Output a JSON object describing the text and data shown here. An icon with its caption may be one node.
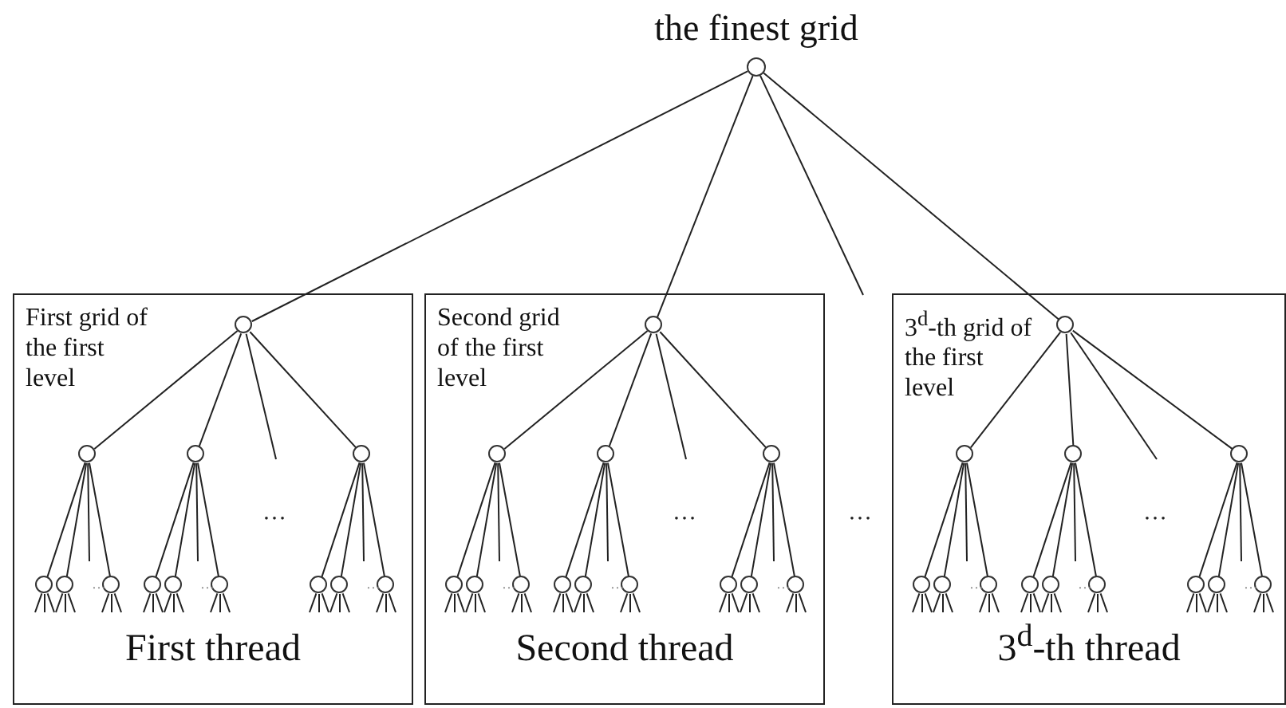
{
  "diagram": {
    "nodes": [
      {
        "text": [
          "the finest grid"
        ]
      },
      {
        "text": [
          "First thread"
        ]
      },
      {
        "text": [],
        "shape": "circle",
        "in": 1,
        "beside": [
          "First grid of the first level"
        ]
      },
      {
        "text": [],
        "shape": "circle",
        "in": 1
      },
      {
        "text": [],
        "shape": "circle",
        "in": 1
      },
      {
        "text": [],
        "shape": "circle",
        "in": 1
      },
      {
        "text": [],
        "shape": "circle",
        "in": 1
      },
      {
        "text": [],
        "shape": "circle",
        "in": 1
      },
      {
        "text": [],
        "shape": "circle",
        "in": 1
      },
      {
        "text": [],
        "shape": "circle",
        "in": 1
      },
      {
        "text": [],
        "shape": "circle",
        "in": 1
      },
      {
        "text": [],
        "shape": "circle",
        "in": 1
      },
      {
        "text": [],
        "shape": "circle",
        "in": 1
      },
      {
        "text": [],
        "shape": "circle",
        "in": 1
      },
      {
        "text": [],
        "shape": "circle",
        "in": 1
      },
      {
        "text": [
          "Second thread"
        ]
      },
      {
        "text": [],
        "shape": "circle",
        "in": 15,
        "beside": [
          "Second grid of the first level"
        ]
      },
      {
        "text": [],
        "shape": "circle",
        "in": 15
      },
      {
        "text": [],
        "shape": "circle",
        "in": 15
      },
      {
        "text": [],
        "shape": "circle",
        "in": 15
      },
      {
        "text": [],
        "shape": "circle",
        "in": 15
      },
      {
        "text": [],
        "shape": "circle",
        "in": 15
      },
      {
        "text": [],
        "shape": "circle",
        "in": 15
      },
      {
        "text": [],
        "shape": "circle",
        "in": 15
      },
      {
        "text": [],
        "shape": "circle",
        "in": 15
      },
      {
        "text": [],
        "shape": "circle",
        "in": 15
      },
      {
        "text": [],
        "shape": "circle",
        "in": 15
      },
      {
        "text": [],
        "shape": "circle",
        "in": 15
      },
      {
        "text": [],
        "shape": "circle",
        "in": 15
      },
      {
        "text": [
          "3$^{d}$-th thread"
        ]
      },
      {
        "text": [],
        "shape": "circle",
        "in": 29,
        "beside": [
          "3$^{d}$-th grid of the first level"
        ]
      },
      {
        "text": [],
        "shape": "circle",
        "in": 29
      },
      {
        "text": [],
        "shape": "circle",
        "in": 29
      },
      {
        "text": [],
        "shape": "circle",
        "in": 29
      },
      {
        "text": [],
        "shape": "circle",
        "in": 29
      },
      {
        "text": [],
        "shape": "circle",
        "in": 29
      },
      {
        "text": [],
        "shape": "circle",
        "in": 29
      },
      {
        "text": [],
        "shape": "circle",
        "in": 29
      },
      {
        "text": [],
        "shape": "circle",
        "in": 29
      },
      {
        "text": [],
        "shape": "circle",
        "in": 29
      },
      {
        "text": [],
        "shape": "circle",
        "in": 29
      },
      {
        "text": [],
        "shape": "circle",
        "in": 29
      },
      {
        "text": [],
        "shape": "circle",
        "in": 29
      }
    ],
    "edges": [
      {
        "from": 0,
        "to": 2,
        "arrow": "none"
      },
      {
        "from": 0,
        "to": 16,
        "arrow": "none"
      },
      {
        "from": 0,
        "to": null,
        "arrow": "none"
      },
      {
        "from": 0,
        "to": 30,
        "arrow": "none"
      },
      {
        "from": 2,
        "to": 3,
        "arrow": "none"
      },
      {
        "from": 2,
        "to": 4,
        "arrow": "none"
      },
      {
        "from": 2,
        "to": null,
        "arrow": "none"
      },
      {
        "from": 2,
        "to": 5,
        "arrow": "none"
      },
      {
        "from": 3,
        "to": 6,
        "arrow": "none"
      },
      {
        "from": 3,
        "to": 7,
        "arrow": "none"
      },
      {
        "from": 3,
        "to": null,
        "arrow": "none"
      },
      {
        "from": 3,
        "to": 8,
        "arrow": "none"
      },
      {
        "from": 4,
        "to": 9,
        "arrow": "none"
      },
      {
        "from": 4,
        "to": 10,
        "arrow": "none"
      },
      {
        "from": 4,
        "to": null,
        "arrow": "none"
      },
      {
        "from": 4,
        "to": 11,
        "arrow": "none"
      },
      {
        "from": 5,
        "to": 12,
        "arrow": "none"
      },
      {
        "from": 5,
        "to": 13,
        "arrow": "none"
      },
      {
        "from": 5,
        "to": null,
        "arrow": "none"
      },
      {
        "from": 5,
        "to": 14,
        "arrow": "none"
      },
      {
        "from": 6,
        "to": null,
        "arrow": "none"
      },
      {
        "from": 6,
        "to": null,
        "arrow": "none"
      },
      {
        "from": 6,
        "to": null,
        "arrow": "none"
      },
      {
        "from": 7,
        "to": null,
        "arrow": "none"
      },
      {
        "from": 7,
        "to": null,
        "arrow": "none"
      },
      {
        "from": 7,
        "to": null,
        "arrow": "none"
      },
      {
        "from": 8,
        "to": null,
        "arrow": "none"
      },
      {
        "from": 8,
        "to": null,
        "arrow": "none"
      },
      {
        "from": 8,
        "to": null,
        "arrow": "none"
      },
      {
        "from": 9,
        "to": null,
        "arrow": "none"
      },
      {
        "from": 9,
        "to": null,
        "arrow": "none"
      },
      {
        "from": 9,
        "to": null,
        "arrow": "none"
      },
      {
        "from": 10,
        "to": null,
        "arrow": "none"
      },
      {
        "from": 10,
        "to": null,
        "arrow": "none"
      },
      {
        "from": 10,
        "to": null,
        "arrow": "none"
      },
      {
        "from": 11,
        "to": null,
        "arrow": "none"
      },
      {
        "from": 11,
        "to": null,
        "arrow": "none"
      },
      {
        "from": 11,
        "to": null,
        "arrow": "none"
      },
      {
        "from": 12,
        "to": null,
        "arrow": "none"
      },
      {
        "from": 12,
        "to": null,
        "arrow": "none"
      },
      {
        "from": 12,
        "to": null,
        "arrow": "none"
      },
      {
        "from": 13,
        "to": null,
        "arrow": "none"
      },
      {
        "from": 13,
        "to": null,
        "arrow": "none"
      },
      {
        "from": 13,
        "to": null,
        "arrow": "none"
      },
      {
        "from": 14,
        "to": null,
        "arrow": "none"
      },
      {
        "from": 14,
        "to": null,
        "arrow": "none"
      },
      {
        "from": 14,
        "to": null,
        "arrow": "none"
      },
      {
        "from": 16,
        "to": 17,
        "arrow": "none"
      },
      {
        "from": 16,
        "to": 18,
        "arrow": "none"
      },
      {
        "from": 16,
        "to": null,
        "arrow": "none"
      },
      {
        "from": 16,
        "to": 19,
        "arrow": "none"
      },
      {
        "from": 17,
        "to": 20,
        "arrow": "none"
      },
      {
        "from": 17,
        "to": 21,
        "arrow": "none"
      },
      {
        "from": 17,
        "to": null,
        "arrow": "none"
      },
      {
        "from": 17,
        "to": 22,
        "arrow": "none"
      },
      {
        "from": 18,
        "to": 23,
        "arrow": "none"
      },
      {
        "from": 18,
        "to": 24,
        "arrow": "none"
      },
      {
        "from": 18,
        "to": null,
        "arrow": "none"
      },
      {
        "from": 18,
        "to": 25,
        "arrow": "none"
      },
      {
        "from": 19,
        "to": 26,
        "arrow": "none"
      },
      {
        "from": 19,
        "to": 27,
        "arrow": "none"
      },
      {
        "from": 19,
        "to": null,
        "arrow": "none"
      },
      {
        "from": 19,
        "to": 28,
        "arrow": "none"
      },
      {
        "from": 20,
        "to": null,
        "arrow": "none"
      },
      {
        "from": 20,
        "to": null,
        "arrow": "none"
      },
      {
        "from": 20,
        "to": null,
        "arrow": "none"
      },
      {
        "from": 21,
        "to": null,
        "arrow": "none"
      },
      {
        "from": 21,
        "to": null,
        "arrow": "none"
      },
      {
        "from": 21,
        "to": null,
        "arrow": "none"
      },
      {
        "from": 22,
        "to": null,
        "arrow": "none"
      },
      {
        "from": 22,
        "to": null,
        "arrow": "none"
      },
      {
        "from": 22,
        "to": null,
        "arrow": "none"
      },
      {
        "from": 23,
        "to": null,
        "arrow": "none"
      },
      {
        "from": 23,
        "to": null,
        "arrow": "none"
      },
      {
        "from": 23,
        "to": null,
        "arrow": "none"
      },
      {
        "from": 24,
        "to": null,
        "arrow": "none"
      },
      {
        "from": 24,
        "to": null,
        "arrow": "none"
      },
      {
        "from": 24,
        "to": null,
        "arrow": "none"
      },
      {
        "from": 25,
        "to": null,
        "arrow": "none"
      },
      {
        "from": 25,
        "to": null,
        "arrow": "none"
      },
      {
        "from": 25,
        "to": null,
        "arrow": "none"
      },
      {
        "from": 26,
        "to": null,
        "arrow": "none"
      },
      {
        "from": 26,
        "to": null,
        "arrow": "none"
      },
      {
        "from": 26,
        "to": null,
        "arrow": "none"
      },
      {
        "from": 27,
        "to": null,
        "arrow": "none"
      },
      {
        "from": 27,
        "to": null,
        "arrow": "none"
      },
      {
        "from": 27,
        "to": null,
        "arrow": "none"
      },
      {
        "from": 28,
        "to": null,
        "arrow": "none"
      },
      {
        "from": 28,
        "to": null,
        "arrow": "none"
      },
      {
        "from": 28,
        "to": null,
        "arrow": "none"
      },
      {
        "from": 30,
        "to": 31,
        "arrow": "none"
      },
      {
        "from": 30,
        "to": 32,
        "arrow": "none"
      },
      {
        "from": 30,
        "to": null,
        "arrow": "none"
      },
      {
        "from": 30,
        "to": 33,
        "arrow": "none"
      },
      {
        "from": 31,
        "to": 34,
        "arrow": "none"
      },
      {
        "from": 31,
        "to": 35,
        "arrow": "none"
      },
      {
        "from": 31,
        "to": null,
        "arrow": "none"
      },
      {
        "from": 31,
        "to": 36,
        "arrow": "none"
      },
      {
        "from": 32,
        "to": 37,
        "arrow": "none"
      },
      {
        "from": 32,
        "to": 38,
        "arrow": "none"
      },
      {
        "from": 32,
        "to": null,
        "arrow": "none"
      },
      {
        "from": 32,
        "to": 39,
        "arrow": "none"
      },
      {
        "from": 33,
        "to": 40,
        "arrow": "none"
      },
      {
        "from": 33,
        "to": 41,
        "arrow": "none"
      },
      {
        "from": 33,
        "to": null,
        "arrow": "none"
      },
      {
        "from": 33,
        "to": 42,
        "arrow": "none"
      },
      {
        "from": 34,
        "to": null,
        "arrow": "none"
      },
      {
        "from": 34,
        "to": null,
        "arrow": "none"
      },
      {
        "from": 34,
        "to": null,
        "arrow": "none"
      },
      {
        "from": 35,
        "to": null,
        "arrow": "none"
      },
      {
        "from": 35,
        "to": null,
        "arrow": "none"
      },
      {
        "from": 35,
        "to": null,
        "arrow": "none"
      },
      {
        "from": 36,
        "to": null,
        "arrow": "none"
      },
      {
        "from": 36,
        "to": null,
        "arrow": "none"
      },
      {
        "from": 36,
        "to": null,
        "arrow": "none"
      },
      {
        "from": 37,
        "to": null,
        "arrow": "none"
      },
      {
        "from": 37,
        "to": null,
        "arrow": "none"
      },
      {
        "from": 37,
        "to": null,
        "arrow": "none"
      },
      {
        "from": 38,
        "to": null,
        "arrow": "none"
      },
      {
        "from": 38,
        "to": null,
        "arrow": "none"
      },
      {
        "from": 38,
        "to": null,
        "arrow": "none"
      },
      {
        "from": 39,
        "to": null,
        "arrow": "none"
      },
      {
        "from": 39,
        "to": null,
        "arrow": "none"
      },
      {
        "from": 39,
        "to": null,
        "arrow": "none"
      },
      {
        "from": 40,
        "to": null,
        "arrow": "none"
      },
      {
        "from": 40,
        "to": null,
        "arrow": "none"
      },
      {
        "from": 40,
        "to": null,
        "arrow": "none"
      },
      {
        "from": 41,
        "to": null,
        "arrow": "none"
      },
      {
        "from": 41,
        "to": null,
        "arrow": "none"
      },
      {
        "from": 41,
        "to": null,
        "arrow": "none"
      },
      {
        "from": 42,
        "to": null,
        "arrow": "none"
      },
      {
        "from": 42,
        "to": null,
        "arrow": "none"
      },
      {
        "from": 42,
        "to": null,
        "arrow": "none"
      }
    ],
    "labels": [
      "…",
      "…",
      "…",
      "…",
      "…",
      "…",
      "…",
      "…",
      "…",
      "…",
      "…",
      "…",
      "…"
    ]
  }
}
